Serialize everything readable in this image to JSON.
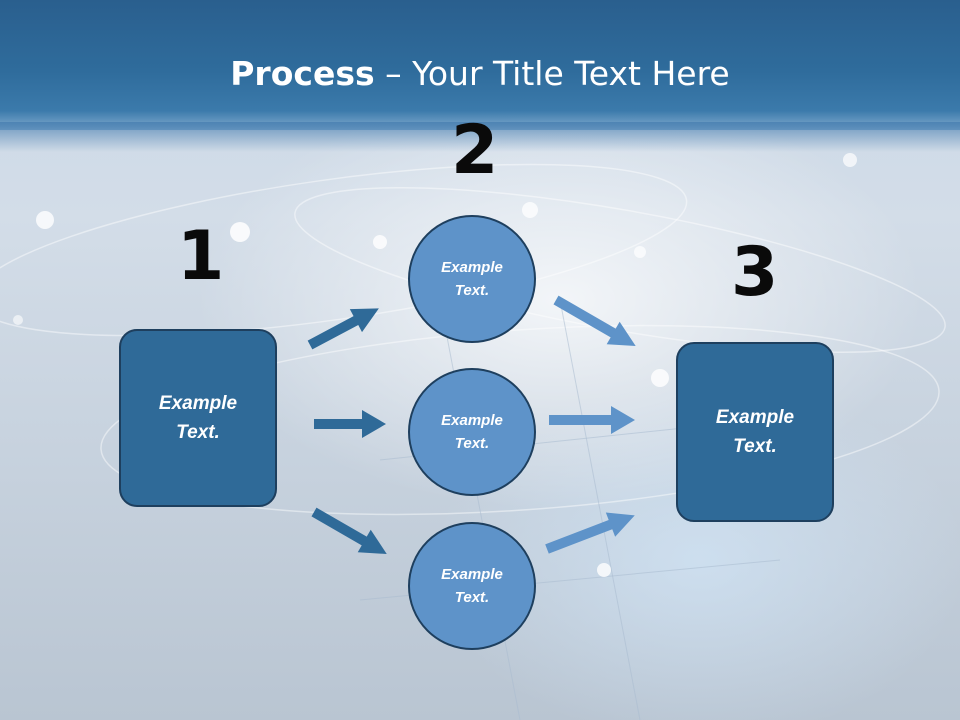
{
  "title": {
    "bold": "Process",
    "rest": " – Your Title Text Here"
  },
  "steps": [
    {
      "number": "1"
    },
    {
      "number": "2"
    },
    {
      "number": "3"
    }
  ],
  "left_box": {
    "line1": "Example",
    "line2": "Text."
  },
  "circles": [
    {
      "line1": "Example",
      "line2": "Text."
    },
    {
      "line1": "Example",
      "line2": "Text."
    },
    {
      "line1": "Example",
      "line2": "Text."
    }
  ],
  "right_box": {
    "line1": "Example",
    "line2": "Text."
  },
  "colors": {
    "header": "#2f6c9c",
    "box_fill": "#2f6a98",
    "circle_fill": "#5e93c9",
    "border": "#1e3f5e",
    "arrow_dark": "#2f6a98",
    "arrow_light": "#5e93c9"
  }
}
